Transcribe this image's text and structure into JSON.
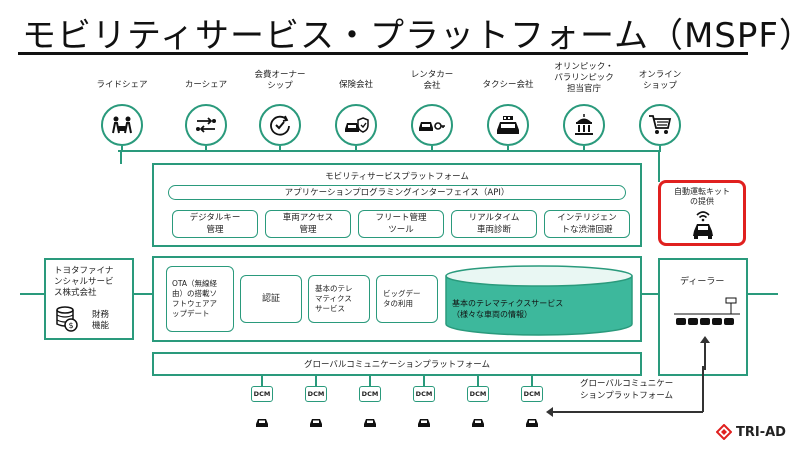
{
  "title": "モビリティサービス・プラットフォーム（MSPF）",
  "services": [
    {
      "label": "ライドシェア",
      "icon": "rideshare-icon"
    },
    {
      "label": "カーシェア",
      "icon": "carshare-icon"
    },
    {
      "label": "会費オーナー\nシップ",
      "icon": "subscription-icon"
    },
    {
      "label": "保険会社",
      "icon": "insurance-icon"
    },
    {
      "label": "レンタカー\n会社",
      "icon": "rental-car-icon"
    },
    {
      "label": "タクシー会社",
      "icon": "taxi-icon"
    },
    {
      "label": "オリンピック・\nパラリンピック\n担当官庁",
      "icon": "government-icon"
    },
    {
      "label": "オンライン\nショップ",
      "icon": "shopping-cart-icon"
    }
  ],
  "platform": {
    "title": "モビリティサービスプラットフォーム",
    "api": "アプリケーションプログラミングインターフェイス（API）",
    "modules": [
      "デジタルキー\n管理",
      "車両アクセス\n管理",
      "フリート管理\nツール",
      "リアルタイム\n車両診断",
      "インテリジェン\nトな渋滞回避"
    ]
  },
  "autonomous_kit": "自動運転キット\nの提供",
  "finance": {
    "name": "トヨタファイナ\nンシャルサービ\nス株式会社",
    "function": "財務\n機能"
  },
  "telematics": {
    "ota": "OTA（無線経\n由）の搭載ソ\nフトウェアア\nップデート",
    "auth": "認証",
    "basic": "基本のテレ\nマティクス\nサービス",
    "bigdata": "ビッグデー\nタの利用",
    "cylinder": "基本のテレマティクスサービス\n（様々な車両の情報）"
  },
  "dealer": "ディーラー",
  "gcp": "グローバルコミュニケーションプラットフォーム",
  "gcp_caption": "グローバルコミュニケー\nションプラットフォーム",
  "dcm_label": "DCM",
  "dcm_count": 6,
  "logo": "TRI-AD",
  "colors": {
    "accent": "#2a9a7c",
    "highlight": "#e0201f",
    "cylinder": "#3db89c"
  }
}
